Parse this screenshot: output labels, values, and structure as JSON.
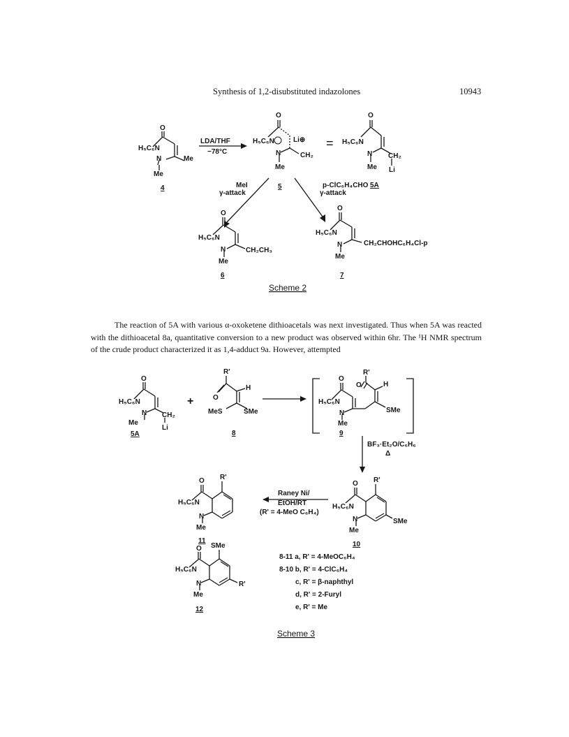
{
  "header": {
    "running_title": "Synthesis of 1,2-disubstituted indazolones",
    "page_number": "10943"
  },
  "scheme2": {
    "caption": "Scheme 2",
    "reagent_top": "LDA/THF",
    "reagent_temp": "−78°C",
    "left_reagent": "MeI",
    "left_attack": "γ-attack",
    "right_reagent": "p-ClC₆H₄CHO",
    "right_reagent_label": "5A",
    "right_attack": "γ-attack",
    "compound_4": "4",
    "compound_5": "5",
    "compound_6": "6",
    "compound_7": "7",
    "equals": "=",
    "lithium": "Li⊕",
    "li": "Li",
    "ch2": "CH₂",
    "ch2_anion": "CH₂",
    "ethyl": "CH₂CH₃",
    "side_chain_7": "CH₂CHOHC₆H₄Cl-p",
    "ph_n": "H₅C₆N",
    "me": "Me",
    "o": "O"
  },
  "paragraph": "The reaction of 5A with various α-oxoketene dithioacetals was next investigated. Thus when 5A was reacted with the dithioacetal 8a, quantitative conversion to a new product was observed within 6hr. The ¹H NMR spectrum of the crude product characterized it as 1,4-adduct 9a. However, attempted",
  "scheme3": {
    "caption": "Scheme 3",
    "plus": "+",
    "mes": "MeS",
    "sme": "SMe",
    "r1": "R'",
    "h": "H",
    "o": "O",
    "ph_n": "H₅C₆N",
    "me": "Me",
    "li": "Li",
    "ch2": "CH₂",
    "compound_5A": "5A",
    "compound_8": "8",
    "compound_9": "9",
    "compound_10": "10",
    "compound_11": "11",
    "compound_12": "12",
    "cyclization_reagent": "BF₃·Et₂O/C₆H₆",
    "cyclization_heat": "Δ",
    "raney_1": "Raney Ni/",
    "raney_2": "EtOH/RT",
    "raney_3": "(R' = 4-MeO C₆H₄)",
    "legend": [
      "8-11 a, R' = 4-MeOC₆H₄",
      "8-10 b, R' = 4-ClC₆H₄",
      "c, R' = β-naphthyl",
      "d, R' = 2-Furyl",
      "e, R' = Me"
    ]
  }
}
